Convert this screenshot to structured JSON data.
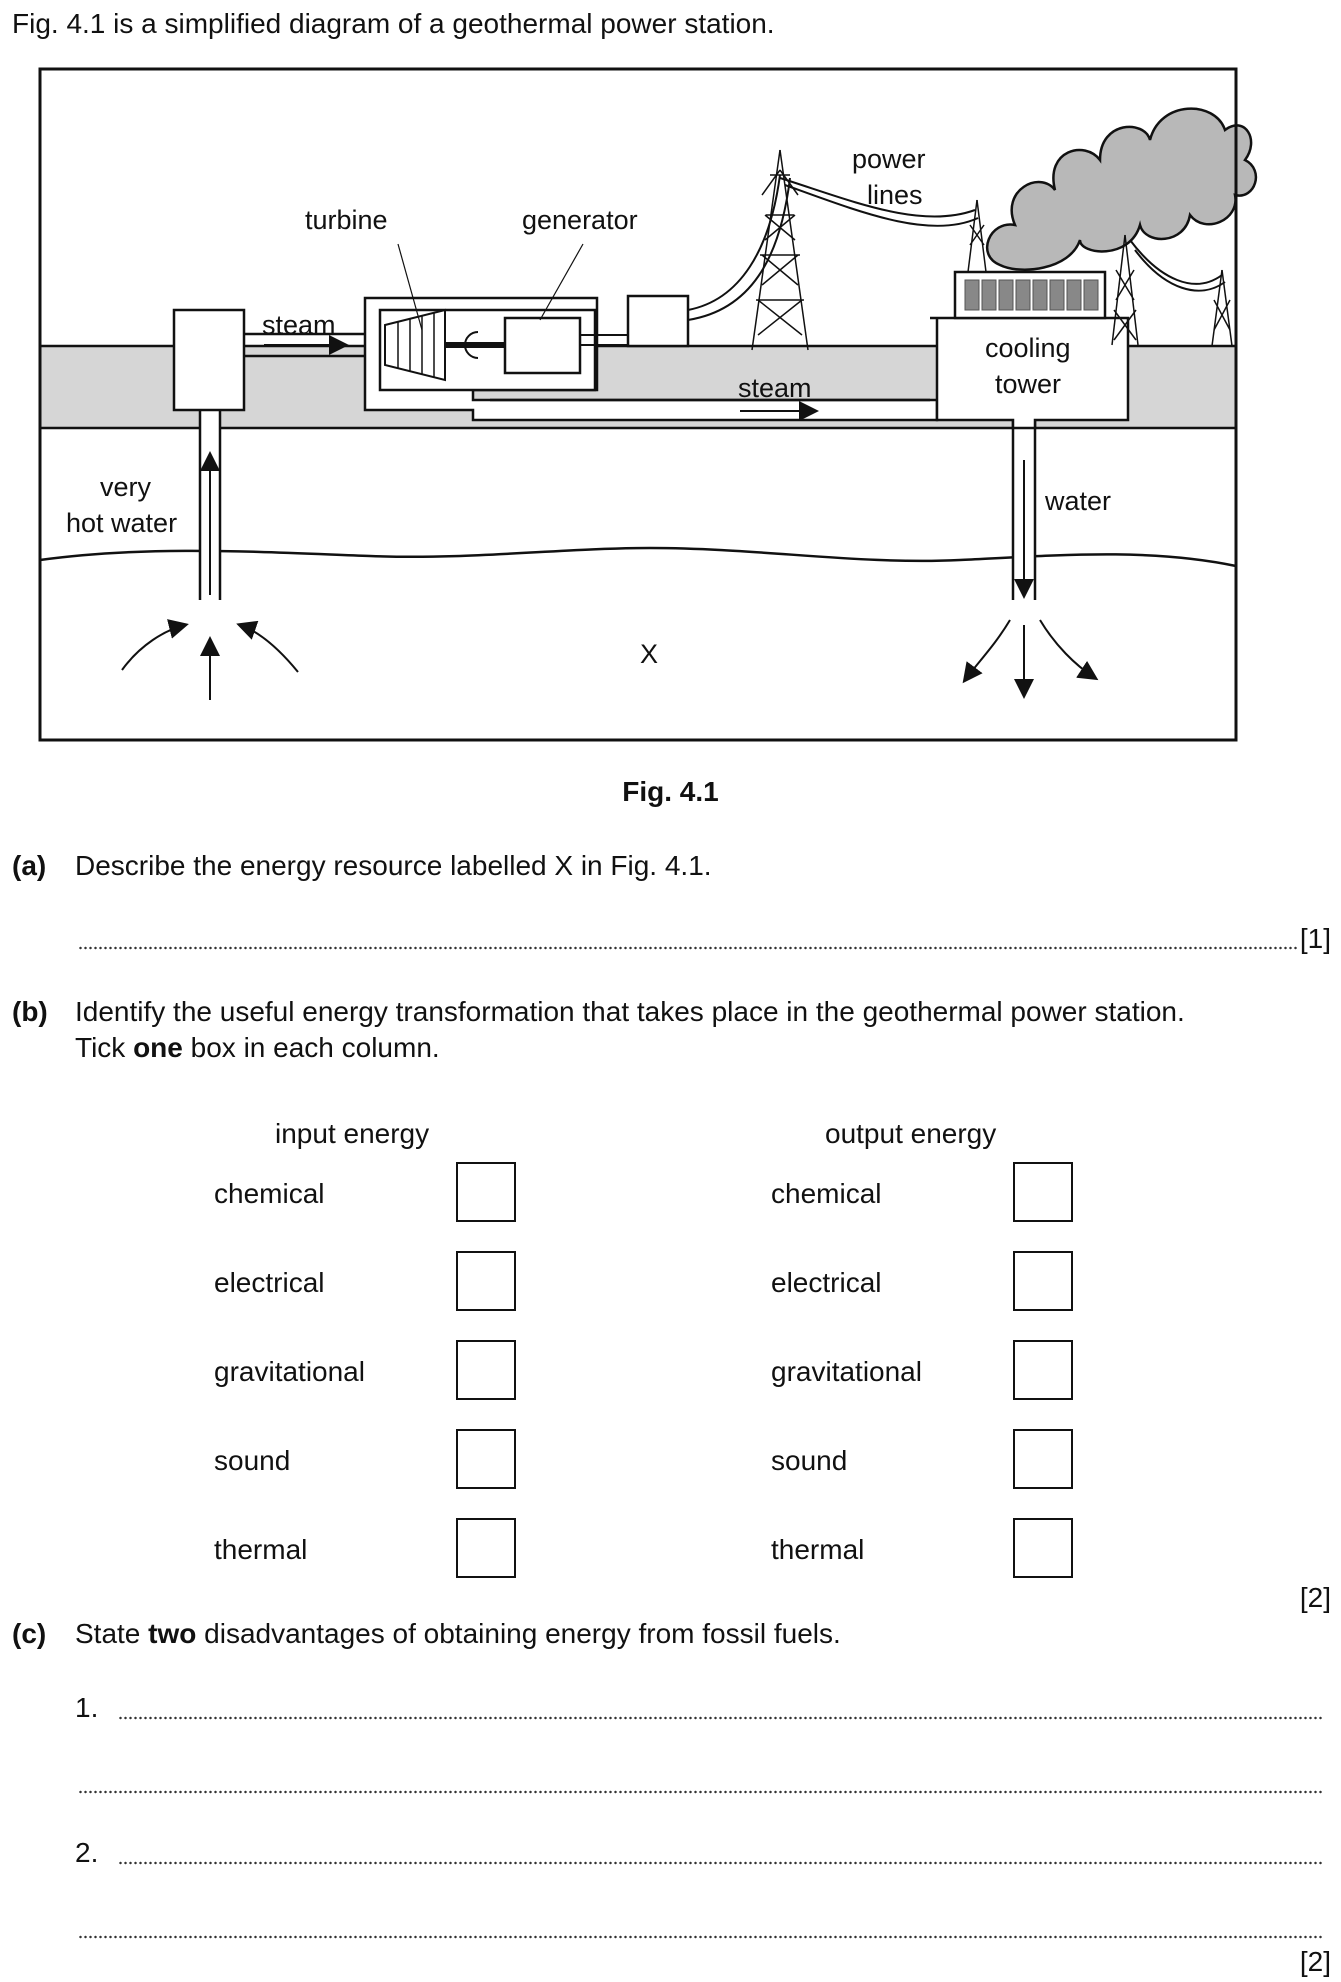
{
  "intro": "Fig. 4.1 is a simplified diagram of a geothermal power station.",
  "figure": {
    "labels": {
      "power_lines_1": "power",
      "power_lines_2": "lines",
      "turbine": "turbine",
      "generator": "generator",
      "steam_left": "steam",
      "steam_right": "steam",
      "cooling_tower_1": "cooling",
      "cooling_tower_2": "tower",
      "very_hot_water_1": "very",
      "very_hot_water_2": "hot water",
      "water": "water",
      "x": "X"
    },
    "caption": "Fig. 4.1"
  },
  "part_a": {
    "label": "(a)",
    "text": "Describe the energy resource labelled X in Fig. 4.1.",
    "marks": "[1]"
  },
  "part_b": {
    "label": "(b)",
    "text_line1": "Identify the useful energy transformation that takes place in the geothermal power station.",
    "text_line2_before": "Tick ",
    "text_line2_bold": "one",
    "text_line2_after": " box in each column.",
    "input_heading": "input energy",
    "output_heading": "output energy",
    "options": [
      "chemical",
      "electrical",
      "gravitational",
      "sound",
      "thermal"
    ],
    "marks": "[2]"
  },
  "part_c": {
    "label": "(c)",
    "text_before": "State ",
    "text_bold": "two",
    "text_after": " disadvantages of obtaining energy from fossil fuels.",
    "item1": "1.",
    "item2": "2.",
    "marks": "[2]"
  }
}
